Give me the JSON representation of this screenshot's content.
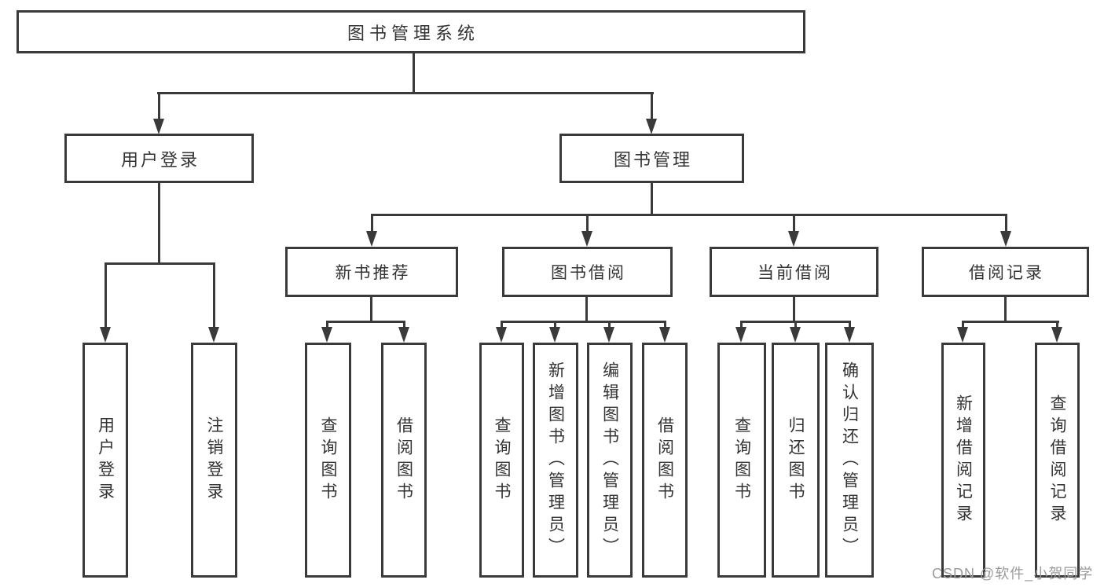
{
  "diagram_type": "hierarchy-tree",
  "tree": {
    "root": {
      "label": "图书管理系统",
      "children": [
        {
          "label": "用户登录",
          "children": [
            {
              "label": "用户登录"
            },
            {
              "label": "注销登录"
            }
          ]
        },
        {
          "label": "图书管理",
          "children": [
            {
              "label": "新书推荐",
              "children": [
                {
                  "label": "查询图书"
                },
                {
                  "label": "借阅图书"
                }
              ]
            },
            {
              "label": "图书借阅",
              "children": [
                {
                  "label": "查询图书"
                },
                {
                  "label": "新增图书（管理员）"
                },
                {
                  "label": "编辑图书（管理员）"
                },
                {
                  "label": "借阅图书"
                }
              ]
            },
            {
              "label": "当前借阅",
              "children": [
                {
                  "label": "查询图书"
                },
                {
                  "label": "归还图书"
                },
                {
                  "label": "确认归还（管理员）"
                }
              ]
            },
            {
              "label": "借阅记录",
              "children": [
                {
                  "label": "新增借阅记录"
                },
                {
                  "label": "查询借阅记录"
                }
              ]
            }
          ]
        }
      ]
    }
  },
  "watermark": {
    "text": "CSDN @软件_小贺同学"
  },
  "colors": {
    "line": "#3a3a3a",
    "text": "#333333",
    "watermark": "#9b9b9b",
    "background": "#ffffff"
  }
}
